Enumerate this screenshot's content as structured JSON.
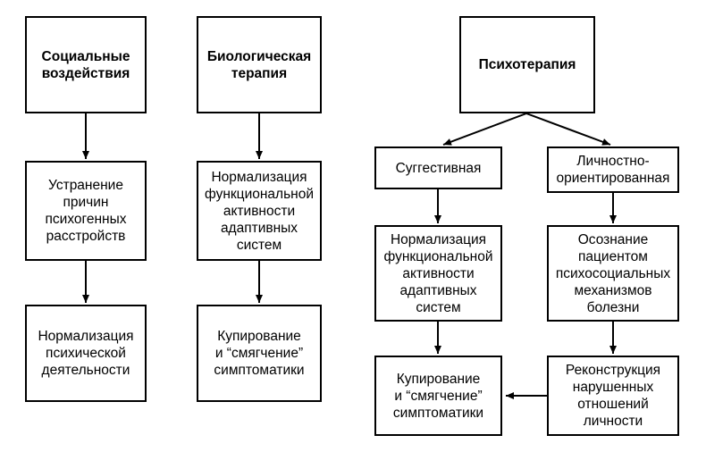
{
  "diagram": {
    "col1": {
      "top": "Социальные\nвоздействия",
      "mid": "Устранение\nпричин\nпсихогенных\nрасстройств",
      "bottom": "Нормализация\nпсихической\nдеятельности"
    },
    "col2": {
      "top": "Биологическая\nтерапия",
      "mid": "Нормализация\nфункциональной\nактивности\nадаптивных\nсистем",
      "bottom": "Купирование\nи “смягчение”\nсимптоматики"
    },
    "psy": {
      "top": "Психотерапия",
      "suggestive": "Суггестивная",
      "personal": "Личностно-\nориентированная",
      "sugg_mid": "Нормализация\nфункциональной\nактивности\nадаптивных\nсистем",
      "pers_mid": "Осознание\nпациентом\nпсихосоциальных\nмеханизмов\nболезни",
      "sugg_bottom": "Купирование\nи “смягчение”\nсимптоматики",
      "pers_bottom": "Реконструкция\nнарушенных\nотношений\nличности"
    }
  }
}
